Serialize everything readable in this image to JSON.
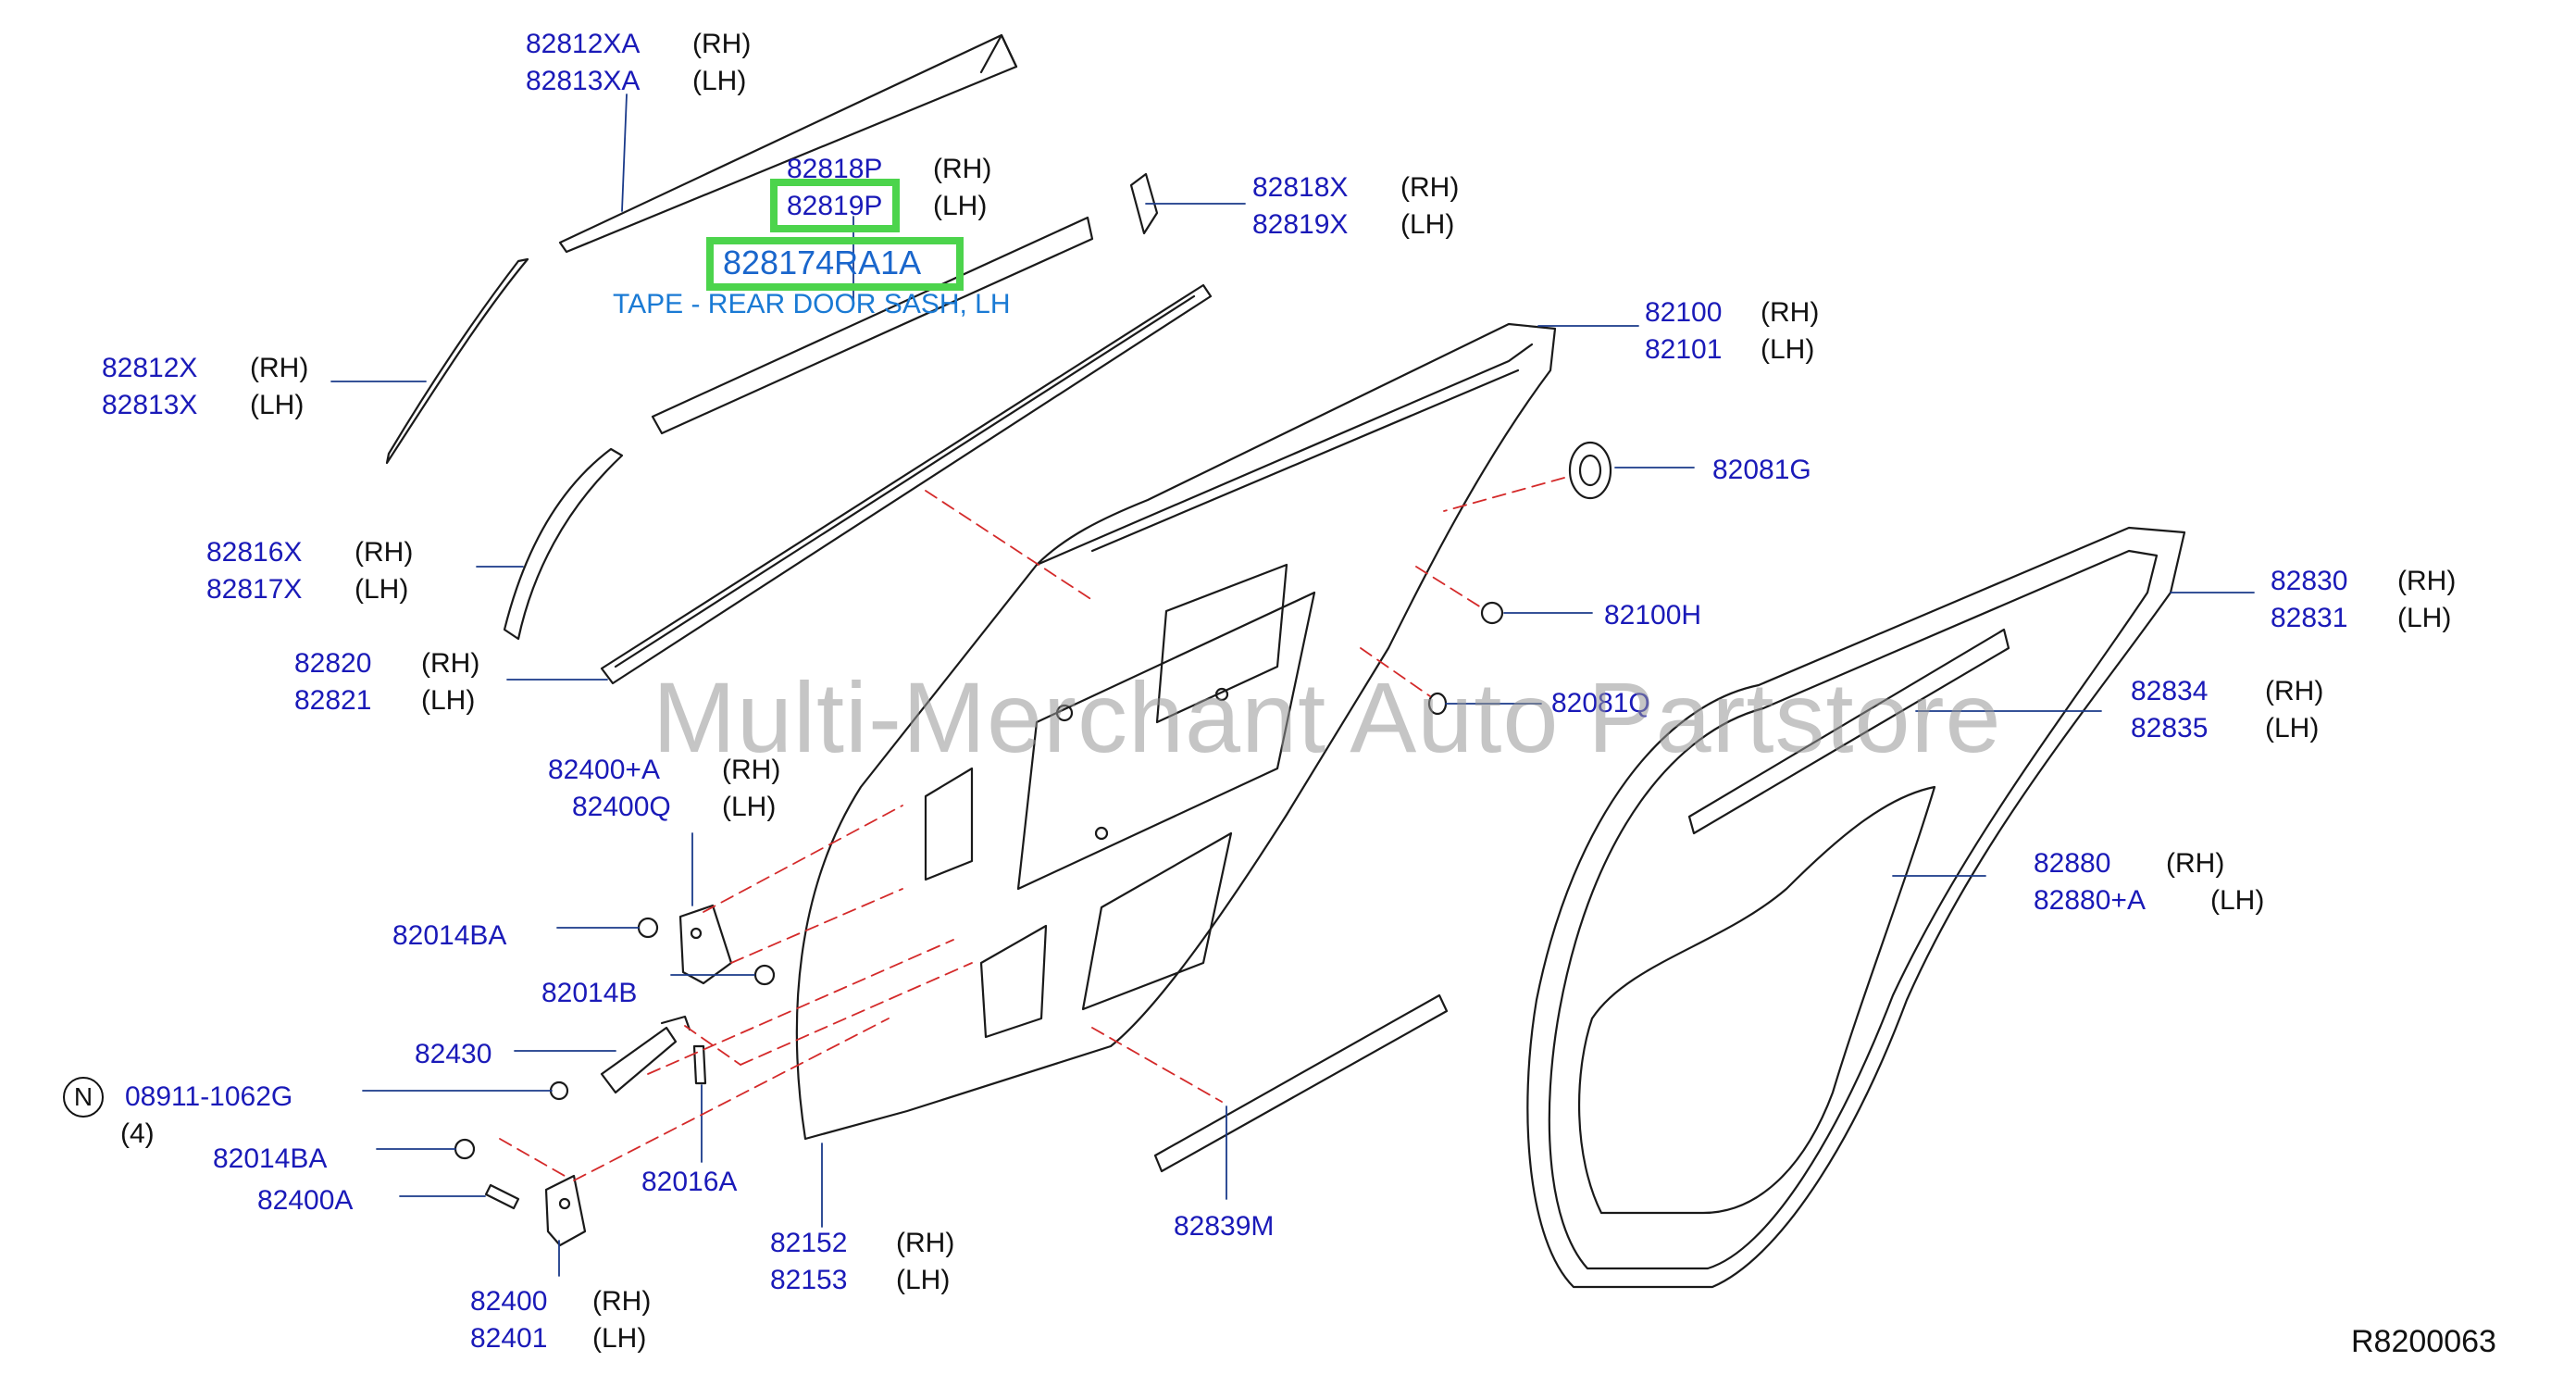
{
  "watermark": "Multi-Merchant Auto Partstore",
  "diagram_code": "R8200063",
  "highlight": {
    "part_number": "828174RA1A",
    "description": "TAPE - REAR DOOR SASH, LH"
  },
  "callouts": {
    "c82812XA": {
      "a": "82812XA",
      "b": "(RH)",
      "c": "82813XA",
      "d": "(LH)"
    },
    "c82818P": {
      "a": "82818P",
      "b": "(RH)",
      "c": "82819P",
      "d": "(LH)"
    },
    "c82818X": {
      "a": "82818X",
      "b": "(RH)",
      "c": "82819X",
      "d": "(LH)"
    },
    "c82812X": {
      "a": "82812X",
      "b": "(RH)",
      "c": "82813X",
      "d": "(LH)"
    },
    "c82100": {
      "a": "82100",
      "b": "(RH)",
      "c": "82101",
      "d": "(LH)"
    },
    "c82081G": {
      "a": "82081G"
    },
    "c82816X": {
      "a": "82816X",
      "b": "(RH)",
      "c": "82817X",
      "d": "(LH)"
    },
    "c82830": {
      "a": "82830",
      "b": "(RH)",
      "c": "82831",
      "d": "(LH)"
    },
    "c82100H": {
      "a": "82100H"
    },
    "c82820": {
      "a": "82820",
      "b": "(RH)",
      "c": "82821",
      "d": "(LH)"
    },
    "c82081Q": {
      "a": "82081Q"
    },
    "c82834": {
      "a": "82834",
      "b": "(RH)",
      "c": "82835",
      "d": "(LH)"
    },
    "c82400pA": {
      "a": "82400+A",
      "b": "(RH)",
      "c": "82400Q",
      "d": "(LH)"
    },
    "c82880": {
      "a": "82880",
      "b": "(RH)",
      "c": "82880+A",
      "d": "(LH)"
    },
    "c82014BA1": {
      "a": "82014BA"
    },
    "c82014B": {
      "a": "82014B"
    },
    "c82430": {
      "a": "82430"
    },
    "c08911": {
      "n": "N",
      "a": "08911-1062G",
      "q": "(4)"
    },
    "c82014BA2": {
      "a": "82014BA"
    },
    "c82016A": {
      "a": "82016A"
    },
    "c82400A": {
      "a": "82400A"
    },
    "c82839M": {
      "a": "82839M"
    },
    "c82152": {
      "a": "82152",
      "b": "(RH)",
      "c": "82153",
      "d": "(LH)"
    },
    "c82400": {
      "a": "82400",
      "b": "(RH)",
      "c": "82401",
      "d": "(LH)"
    }
  }
}
